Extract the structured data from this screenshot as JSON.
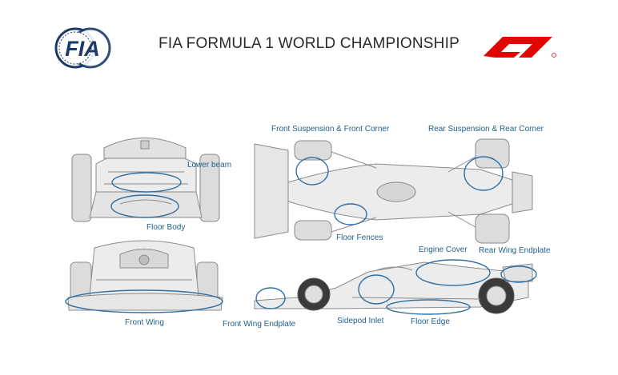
{
  "header": {
    "title": "FIA FORMULA 1 WORLD CHAMPIONSHIP",
    "fia_logo_text": "FIA",
    "f1_logo_text": "F1"
  },
  "labels": {
    "lower_beam": "Lower beam",
    "floor_body": "Floor Body",
    "front_wing": "Front Wing",
    "front_wing_endplate": "Front Wing Endplate",
    "front_suspension": "Front Suspension & Front Corner",
    "rear_suspension": "Rear Suspension & Rear Corner",
    "floor_fences": "Floor Fences",
    "engine_cover": "Engine Cover",
    "rear_wing_endplate": "Rear Wing Endplate",
    "sidepod_inlet": "Sidepod Inlet",
    "floor_edge": "Floor Edge"
  },
  "colors": {
    "highlight": "#2f6fa6",
    "label": "#1f5f8b",
    "fia_blue": "#1b3a6b",
    "f1_red": "#e10600",
    "line": "#8a8a8a",
    "fill": "#e9e9e9"
  }
}
